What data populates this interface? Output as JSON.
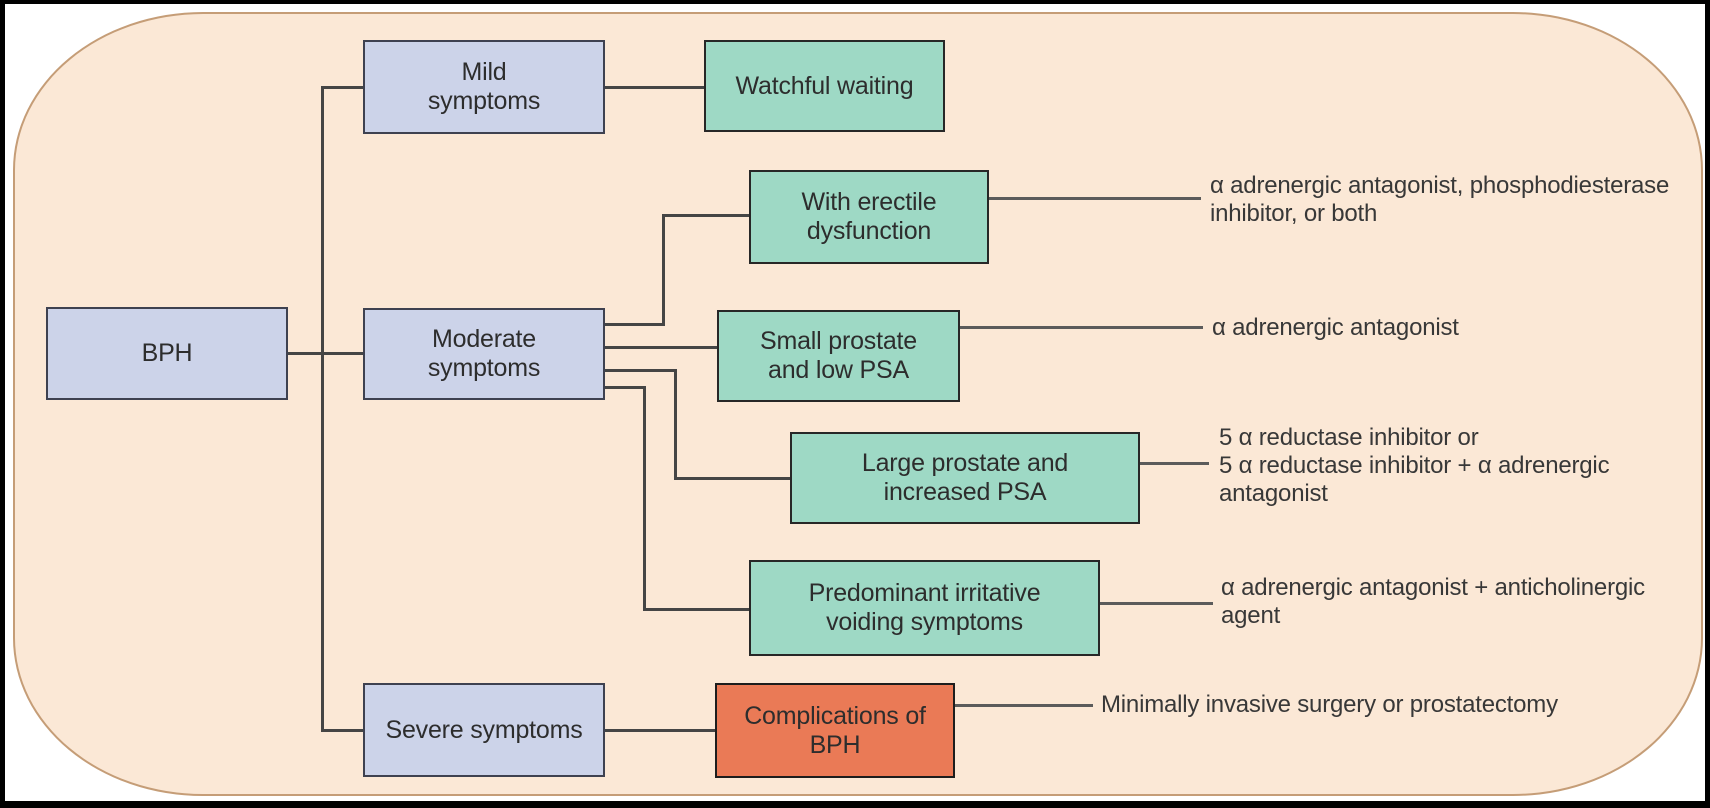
{
  "colors": {
    "panel_fill": "#fbe8d6",
    "panel_border": "#c59d77",
    "symptom_box_fill": "#ccd3e9",
    "treatment_box_fill": "#9ed9c5",
    "complication_box_fill": "#ea7a56",
    "connector_line": "#454545",
    "text": "#2d2d2d"
  },
  "nodes": {
    "bph": {
      "label": "BPH"
    },
    "mild": {
      "label": "Mild\nsymptoms"
    },
    "moderate": {
      "label": "Moderate\nsymptoms"
    },
    "severe": {
      "label": "Severe symptoms"
    },
    "watchful": {
      "label": "Watchful waiting"
    },
    "erectile": {
      "label": "With erectile\ndysfunction"
    },
    "small_prostate": {
      "label": "Small prostate\nand low PSA"
    },
    "large_prostate": {
      "label": "Large prostate and\nincreased PSA"
    },
    "irritative": {
      "label": "Predominant irritative\nvoiding symptoms"
    },
    "complications": {
      "label": "Complications of\nBPH"
    }
  },
  "annotations": {
    "erectile_treatment": "α adrenergic antagonist, phosphodiesterase\ninhibitor, or both",
    "small_prostate_treatment": "α adrenergic antagonist",
    "large_prostate_treatment": "5 α reductase inhibitor or\n5 α reductase inhibitor + α adrenergic\nantagonist",
    "irritative_treatment": "α adrenergic antagonist + anticholinergic\nagent",
    "severe_treatment": "Minimally invasive surgery or prostatectomy"
  }
}
